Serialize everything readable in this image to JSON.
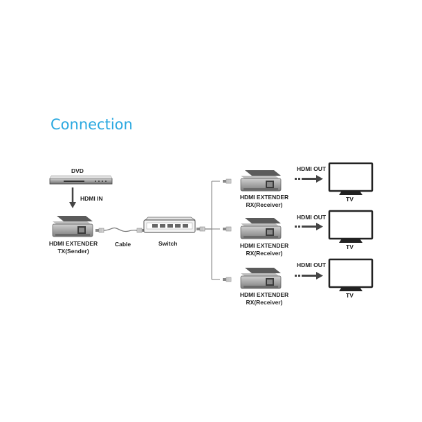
{
  "title": "Connection",
  "title_color": "#29a8e0",
  "source": {
    "label": "DVD",
    "arrow_label": "HDMI IN"
  },
  "sender": {
    "line1": "HDMI EXTENDER",
    "line2": "TX(Sender)"
  },
  "cable_label": "Cable",
  "switch_label": "Switch",
  "receivers": [
    {
      "line1": "HDMI EXTENDER",
      "line2": "RX(Receiver)",
      "out_label": "HDMI OUT",
      "tv_label": "TV"
    },
    {
      "line1": "HDMI EXTENDER",
      "line2": "RX(Receiver)",
      "out_label": "HDMI OUT",
      "tv_label": "TV"
    },
    {
      "line1": "HDMI EXTENDER",
      "line2": "RX(Receiver)",
      "out_label": "HDMI OUT",
      "tv_label": "TV"
    }
  ],
  "icons": [
    "dvd-player-icon",
    "extender-box-icon",
    "network-switch-icon",
    "tv-icon",
    "arrow-icon",
    "cable-connector-icon"
  ]
}
